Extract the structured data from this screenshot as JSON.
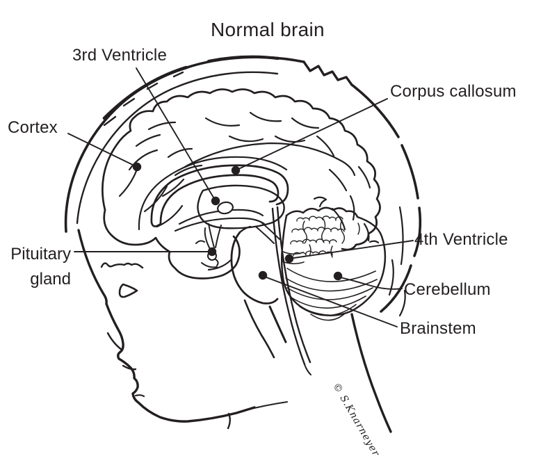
{
  "title": "Normal brain",
  "labels": {
    "third_ventricle": "3rd Ventricle",
    "corpus_callosum": "Corpus callosum",
    "cortex": "Cortex",
    "pituitary_line1": "Pituitary",
    "pituitary_line2": "gland",
    "fourth_ventricle": "4th Ventricle",
    "cerebellum": "Cerebellum",
    "brainstem": "Brainstem"
  },
  "signature": "© S.Knarneyer",
  "colors": {
    "ink": "#231f20",
    "background": "#ffffff"
  }
}
